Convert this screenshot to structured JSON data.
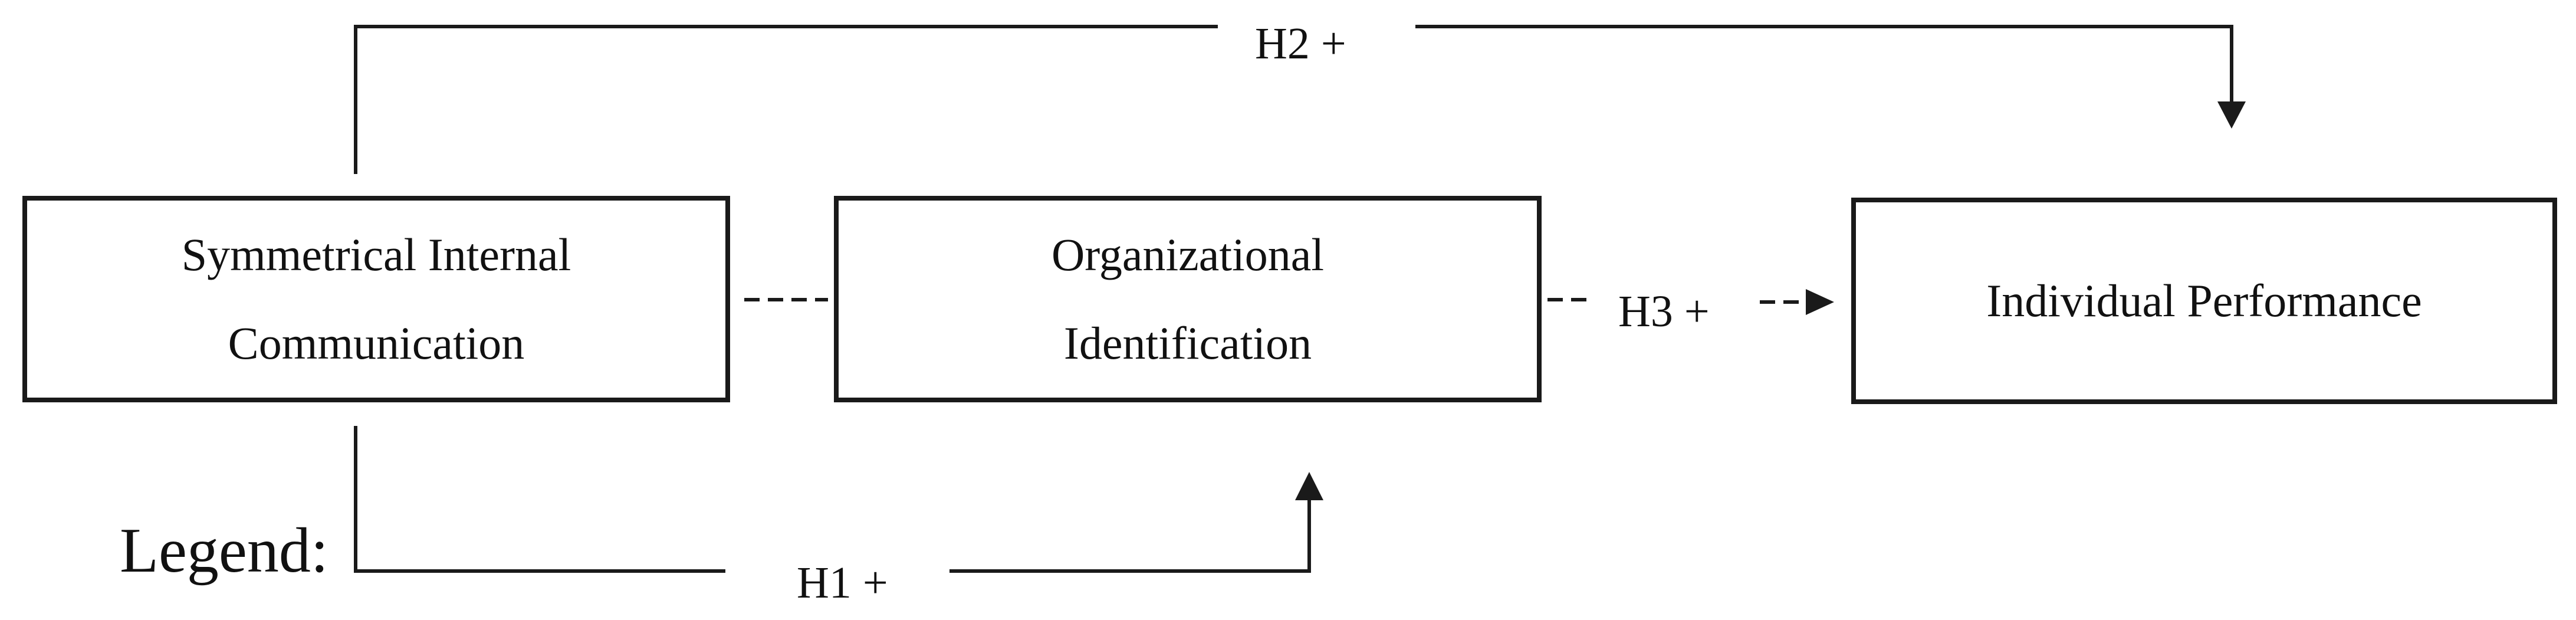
{
  "nodes": {
    "sic": {
      "label": "Symmetrical  Internal\nCommunication"
    },
    "oi": {
      "label": "Organizational\nIdentification"
    },
    "ip": {
      "label": "Individual Performance"
    }
  },
  "edges": {
    "h1": {
      "label": "H1 +",
      "from": "sic",
      "to": "oi",
      "style": "solid"
    },
    "h2": {
      "label": "H2 +",
      "from": "sic",
      "to": "ip",
      "style": "solid"
    },
    "h3": {
      "label": "H3 +",
      "from": "oi",
      "to": "ip",
      "style": "dashed"
    },
    "sic_oi_link": {
      "from": "sic",
      "to": "oi",
      "style": "dashed"
    }
  },
  "legend": {
    "label": "Legend:"
  },
  "colors": {
    "stroke": "#1a1a1a",
    "background": "#ffffff"
  }
}
